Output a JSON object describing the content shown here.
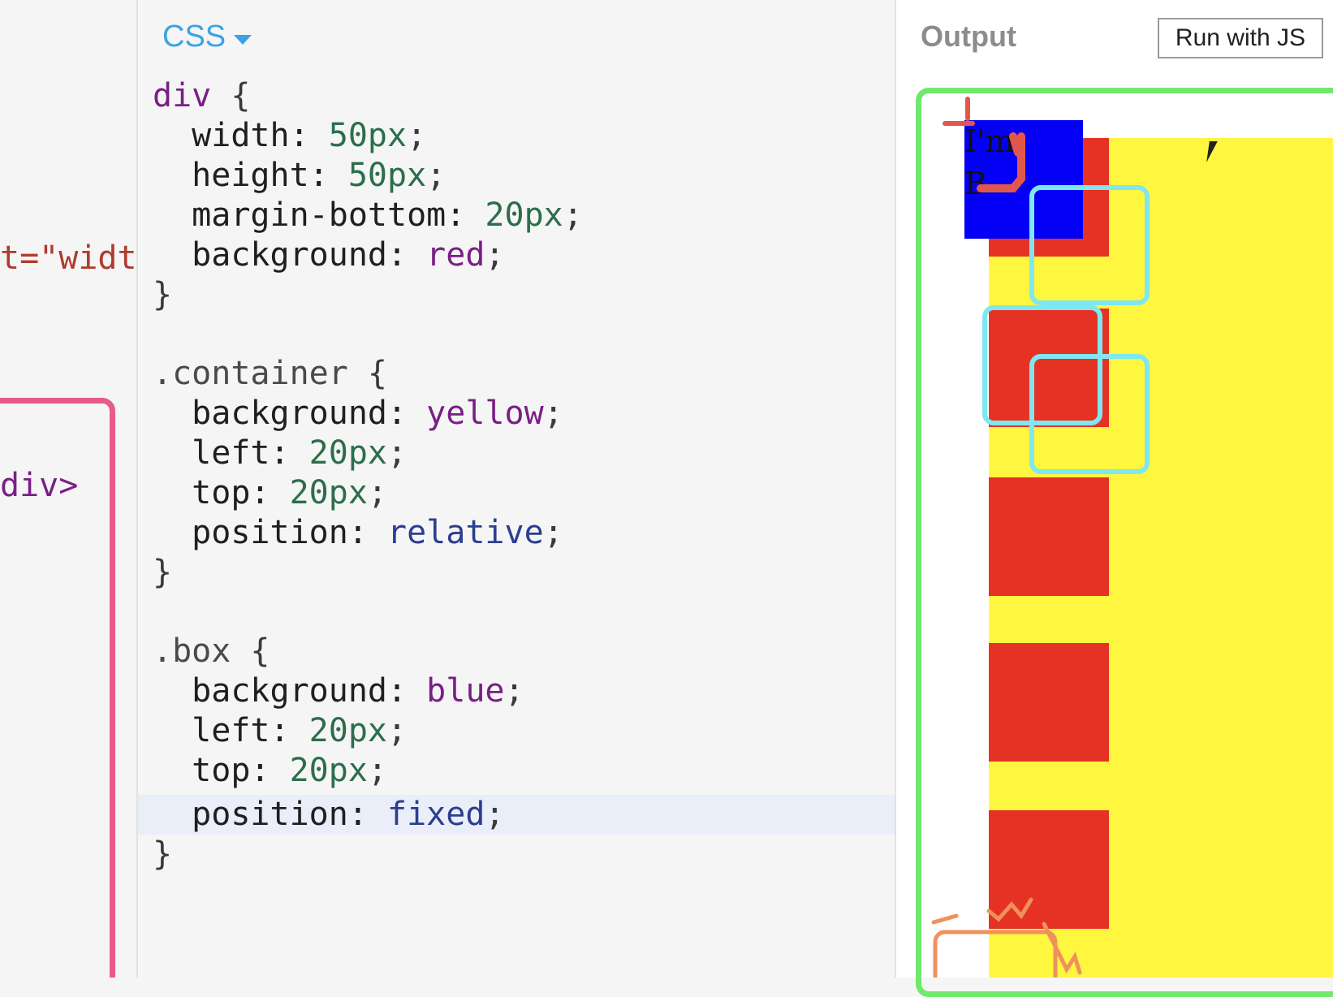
{
  "html_pane": {
    "line1": "t=\"widt",
    "line2": "div>"
  },
  "css_pane": {
    "header_label": "CSS",
    "lines": {
      "l1_sel": "div",
      "l1_brace": " {",
      "l2_prop": "width: ",
      "l2_val": "50px",
      "l3_prop": "height: ",
      "l3_val": "50px",
      "l4_prop": "margin-bottom: ",
      "l4_val": "20px",
      "l5_prop": "background: ",
      "l5_val": "red",
      "l6": "}",
      "l8_sel": ".container",
      "l8_brace": " {",
      "l9_prop": "background: ",
      "l9_val": "yellow",
      "l10_prop": "left: ",
      "l10_val": "20px",
      "l11_prop": "top: ",
      "l11_val": "20px",
      "l12_prop": "position: ",
      "l12_val": "relative",
      "l13": "}",
      "l15_sel": ".box",
      "l15_brace": " {",
      "l16_prop": "background: ",
      "l16_val": "blue",
      "l17_prop": "left: ",
      "l17_val": "20px",
      "l18_prop": "top: ",
      "l18_val": "20px",
      "l19_prop": "position: ",
      "l19_val": "fixed",
      "l20": "}",
      "semi": ";"
    }
  },
  "output_pane": {
    "title": "Output",
    "run_button": "Run with JS",
    "box_text_line1": "I'm",
    "box_text_line2": "B"
  },
  "colors": {
    "container_bg": "#fff640",
    "div_bg": "#e63225",
    "box_bg": "#0400f5",
    "annotation_green": "#6fe86c",
    "annotation_cyan": "#7fe7ef",
    "annotation_pink": "#e8598e",
    "annotation_orange": "#f0915c"
  }
}
